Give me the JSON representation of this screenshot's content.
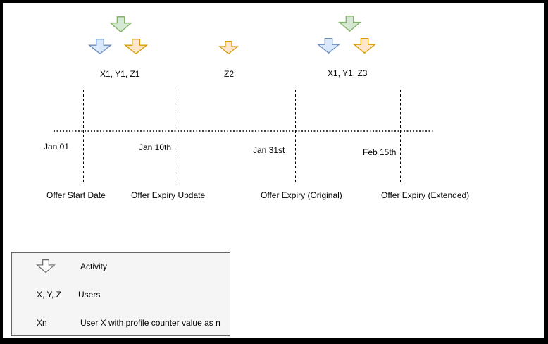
{
  "colors": {
    "frame": "#000000",
    "canvas-bg": "#ffffff",
    "text": "#000000",
    "line": "#000000",
    "dot": "#404040",
    "arrow-green-fill": "#d5e8d4",
    "arrow-green-stroke": "#82b366",
    "arrow-blue-fill": "#dae8fc",
    "arrow-blue-stroke": "#6c8ebf",
    "arrow-orange-fill": "#ffe6cc",
    "arrow-orange-stroke": "#d79b00",
    "arrow-white-fill": "#ffffff",
    "arrow-white-stroke": "#666666",
    "legend-bg": "#f5f5f5",
    "legend-border": "#666666"
  },
  "activity_groups": [
    {
      "label": "X1, Y1, Z1",
      "arrows": [
        "green-down-arrow-icon",
        "blue-down-arrow-icon",
        "orange-down-arrow-icon"
      ]
    },
    {
      "label": "Z2",
      "arrows": [
        "orange-down-arrow-icon"
      ]
    },
    {
      "label": "X1, Y1, Z3",
      "arrows": [
        "green-down-arrow-icon",
        "blue-down-arrow-icon",
        "orange-down-arrow-icon"
      ]
    }
  ],
  "timeline": {
    "milestones": [
      {
        "date": "Jan 01",
        "label": "Offer Start Date"
      },
      {
        "date": "Jan 10th",
        "label": "Offer Expiry Update"
      },
      {
        "date": "Jan 31st",
        "label": "Offer Expiry (Original)"
      },
      {
        "date": "Feb 15th",
        "label": "Offer Expiry (Extended)"
      }
    ]
  },
  "legend": {
    "rows": [
      {
        "symbol": "",
        "symbol_icon": "down-arrow-icon",
        "label": "Activity"
      },
      {
        "symbol": "X, Y, Z",
        "symbol_icon": "",
        "label": "Users"
      },
      {
        "symbol": "Xn",
        "symbol_icon": "",
        "label": "User X with profile counter value as n"
      }
    ]
  }
}
